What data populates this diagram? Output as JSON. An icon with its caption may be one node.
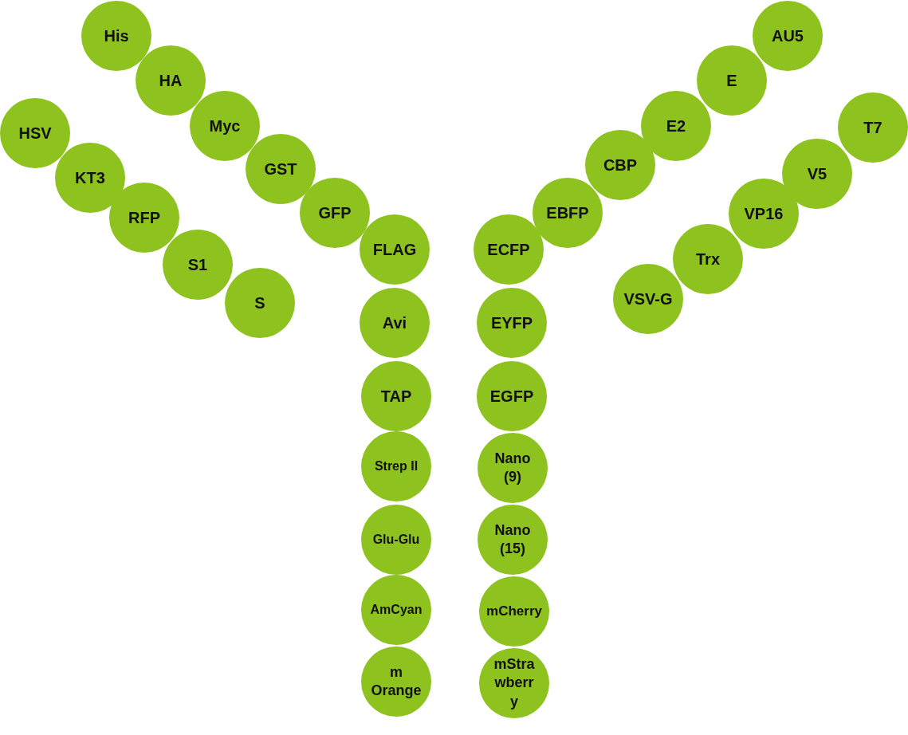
{
  "diagram": {
    "nodes": [
      {
        "text": [
          "His"
        ]
      },
      {
        "text": [
          "HA"
        ]
      },
      {
        "text": [
          "Myc"
        ]
      },
      {
        "text": [
          "GST"
        ]
      },
      {
        "text": [
          "GFP"
        ]
      },
      {
        "text": [
          "FLAG"
        ]
      },
      {
        "text": [
          "Avi"
        ]
      },
      {
        "text": [
          "TAP"
        ]
      },
      {
        "text": [
          "Strep II"
        ]
      },
      {
        "text": [
          "Glu-Glu"
        ]
      },
      {
        "text": [
          "AmCyan"
        ]
      },
      {
        "text": [
          "m Orange"
        ]
      },
      {
        "text": [
          "HSV"
        ]
      },
      {
        "text": [
          "KT3"
        ]
      },
      {
        "text": [
          "RFP"
        ]
      },
      {
        "text": [
          "S1"
        ]
      },
      {
        "text": [
          "S"
        ]
      },
      {
        "text": [
          "AU5"
        ]
      },
      {
        "text": [
          "E"
        ]
      },
      {
        "text": [
          "E2"
        ]
      },
      {
        "text": [
          "CBP"
        ]
      },
      {
        "text": [
          "EBFP"
        ]
      },
      {
        "text": [
          "ECFP"
        ]
      },
      {
        "text": [
          "EYFP"
        ]
      },
      {
        "text": [
          "EGFP"
        ]
      },
      {
        "text": [
          "Nano (9)"
        ]
      },
      {
        "text": [
          "Nano (15)"
        ]
      },
      {
        "text": [
          "mCherry"
        ]
      },
      {
        "text": [
          "mStrawberry"
        ]
      },
      {
        "text": [
          "T7"
        ]
      },
      {
        "text": [
          "V5"
        ]
      },
      {
        "text": [
          "VP16"
        ]
      },
      {
        "text": [
          "Trx"
        ]
      },
      {
        "text": [
          "VSV-G"
        ]
      }
    ]
  }
}
